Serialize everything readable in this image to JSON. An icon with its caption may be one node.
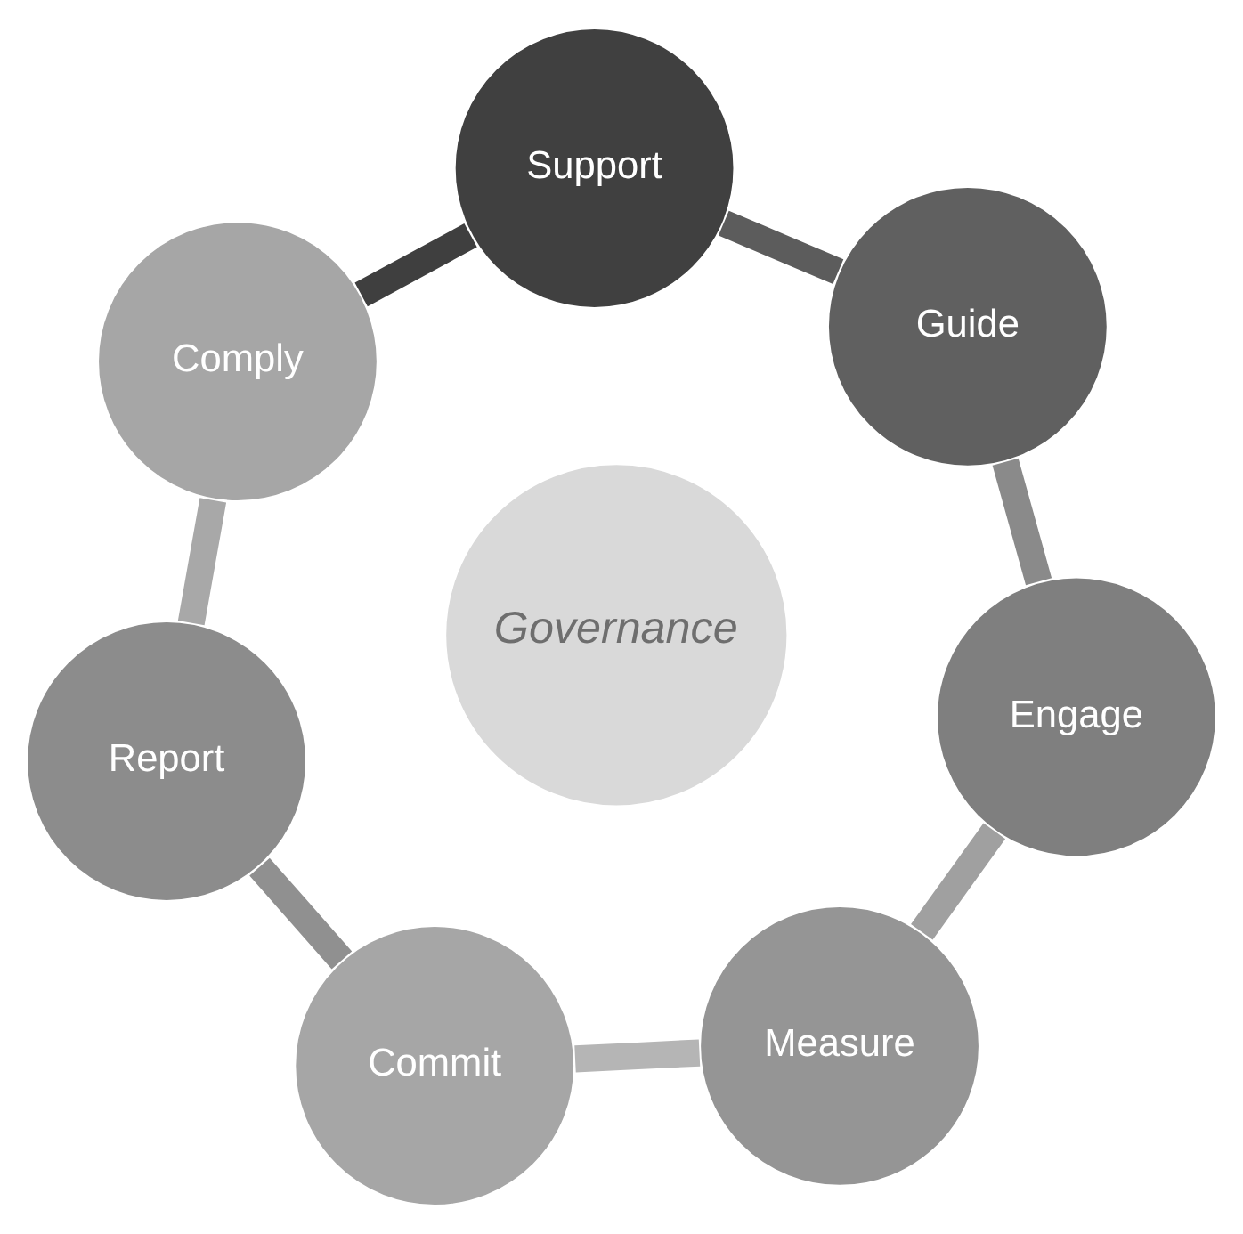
{
  "diagram": {
    "nodes": [
      {
        "text": [
          "Commit"
        ]
      },
      {
        "text": [
          "Measure"
        ]
      },
      {
        "text": [
          "Engage"
        ]
      },
      {
        "text": [
          "Guide"
        ]
      },
      {
        "text": [
          "Support"
        ]
      },
      {
        "text": [
          "Comply"
        ]
      },
      {
        "text": [
          "Report"
        ]
      },
      {
        "text": [
          "Governance"
        ]
      }
    ],
    "edges": [
      {
        "from": 0,
        "to": 1,
        "arrow": "none",
        "color": "#b5b5b5"
      },
      {
        "from": 1,
        "to": 2,
        "arrow": "none",
        "color": "#a0a0a0"
      },
      {
        "from": 2,
        "to": 3,
        "arrow": "none",
        "color": "#8a8a8a"
      },
      {
        "from": 3,
        "to": 4,
        "arrow": "none",
        "color": "#5c5c5c"
      },
      {
        "from": 4,
        "to": 5,
        "arrow": "none",
        "color": "#3f3f3f"
      },
      {
        "from": 5,
        "to": 6,
        "arrow": "none",
        "color": "#a8a8a8"
      },
      {
        "from": 6,
        "to": 0,
        "arrow": "none",
        "color": "#909090"
      }
    ]
  }
}
